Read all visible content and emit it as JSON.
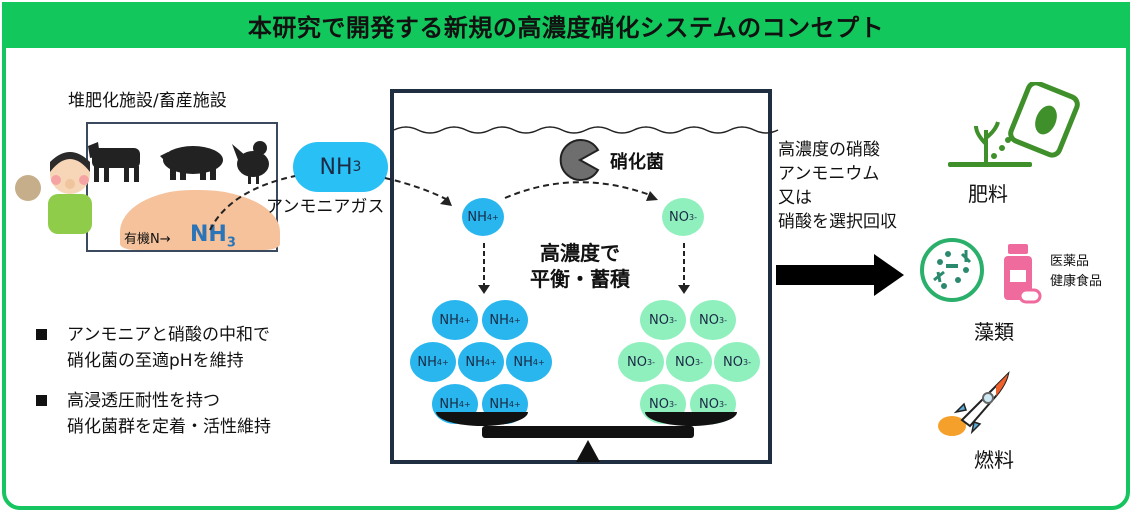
{
  "title": "本研究で開発する新規の高濃度硝化システムのコンセプト",
  "colors": {
    "frame_green": "#16c55f",
    "nh4_blue": "#29b6ee",
    "no3_green": "#8ff0be",
    "nh3_text_blue": "#2a74b8",
    "fertilizer_green": "#3f8f2a",
    "pharma_pink": "#f06b9d"
  },
  "source": {
    "label": "堆肥化施設/畜産施設",
    "organic_text": "有機N→",
    "nh3_text": "NH",
    "nh3_sub": "3"
  },
  "gas": {
    "pill_text": "NH",
    "pill_sub": "3",
    "label": "アンモニアガス"
  },
  "reactor": {
    "bacteria_label": "硝化菌",
    "center_line1": "高濃度で",
    "center_line2": "平衡・蓄積",
    "nh4_ion": {
      "base": "NH",
      "sub": "4",
      "sup": "+"
    },
    "no3_ion": {
      "base": "NO",
      "sub": "3",
      "sup": "-"
    },
    "nh4_count": 7,
    "no3_count": 7
  },
  "recovery": {
    "lines": [
      "高濃度の硝酸",
      "アンモニウム",
      "又は",
      "硝酸を選択回収"
    ]
  },
  "products": {
    "fertilizer": "肥料",
    "algae": "藻類",
    "pharma_line1": "医薬品",
    "pharma_line2": "健康食品",
    "fuel": "燃料"
  },
  "bullets": [
    {
      "line1": "アンモニアと硝酸の中和で",
      "line2": "硝化菌の至適pHを維持"
    },
    {
      "line1": "高浸透圧耐性を持つ",
      "line2": "硝化菌群を定着・活性維持"
    }
  ]
}
